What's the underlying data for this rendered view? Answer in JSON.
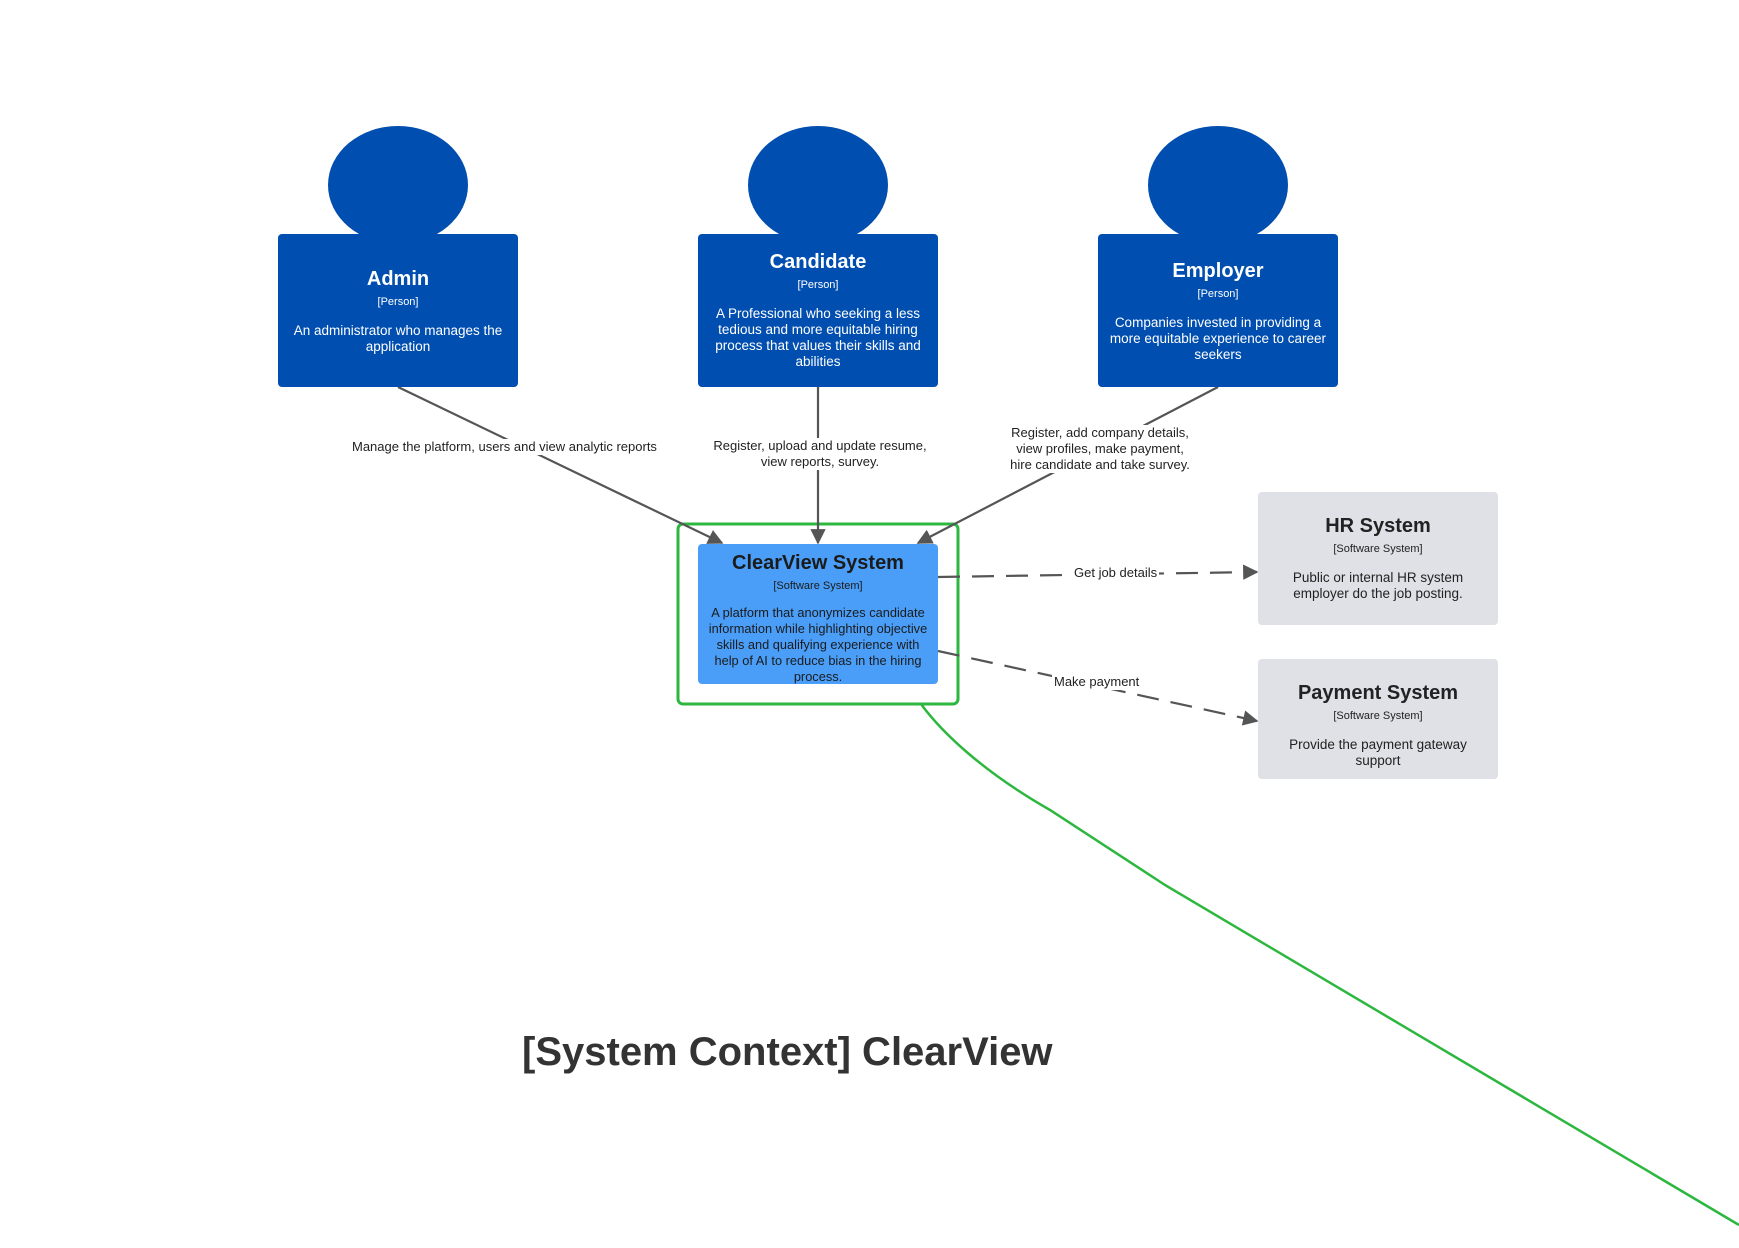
{
  "diagram": {
    "title": "[System Context] ClearView",
    "colors": {
      "person": "#004eaf",
      "system": "#4a9ef8",
      "external": "#dfe1e6",
      "boundary": "#2db73f",
      "edge": "#555555"
    },
    "nodes": {
      "admin": {
        "title": "Admin",
        "tag": "[Person]",
        "desc": "An administrator who manages the application"
      },
      "candidate": {
        "title": "Candidate",
        "tag": "[Person]",
        "desc": "A Professional who seeking a less tedious and more equitable hiring process that values their skills and abilities"
      },
      "employer": {
        "title": "Employer",
        "tag": "[Person]",
        "desc": "Companies invested in providing a more equitable experience to career seekers"
      },
      "clearview": {
        "title": "ClearView  System",
        "tag": "[Software System]",
        "desc": "A platform that anonymizes candidate information while highlighting objective skills and qualifying experience with help of AI to reduce bias in the hiring process."
      },
      "hr": {
        "title": "HR System",
        "tag": "[Software System]",
        "desc": "Public or internal HR system employer do the job posting."
      },
      "payment": {
        "title": "Payment System",
        "tag": "[Software System]",
        "desc": "Provide the payment gateway support"
      }
    },
    "edges": {
      "admin": "Manage the platform, users and view analytic reports",
      "candidate_line1": "Register, upload and update resume,",
      "candidate_line2": "view reports, survey.",
      "employer_line1": "Register, add company details,",
      "employer_line2": "view profiles, make payment,",
      "employer_line3": "hire candidate and take survey.",
      "hr": "Get job details",
      "payment": "Make payment"
    }
  }
}
